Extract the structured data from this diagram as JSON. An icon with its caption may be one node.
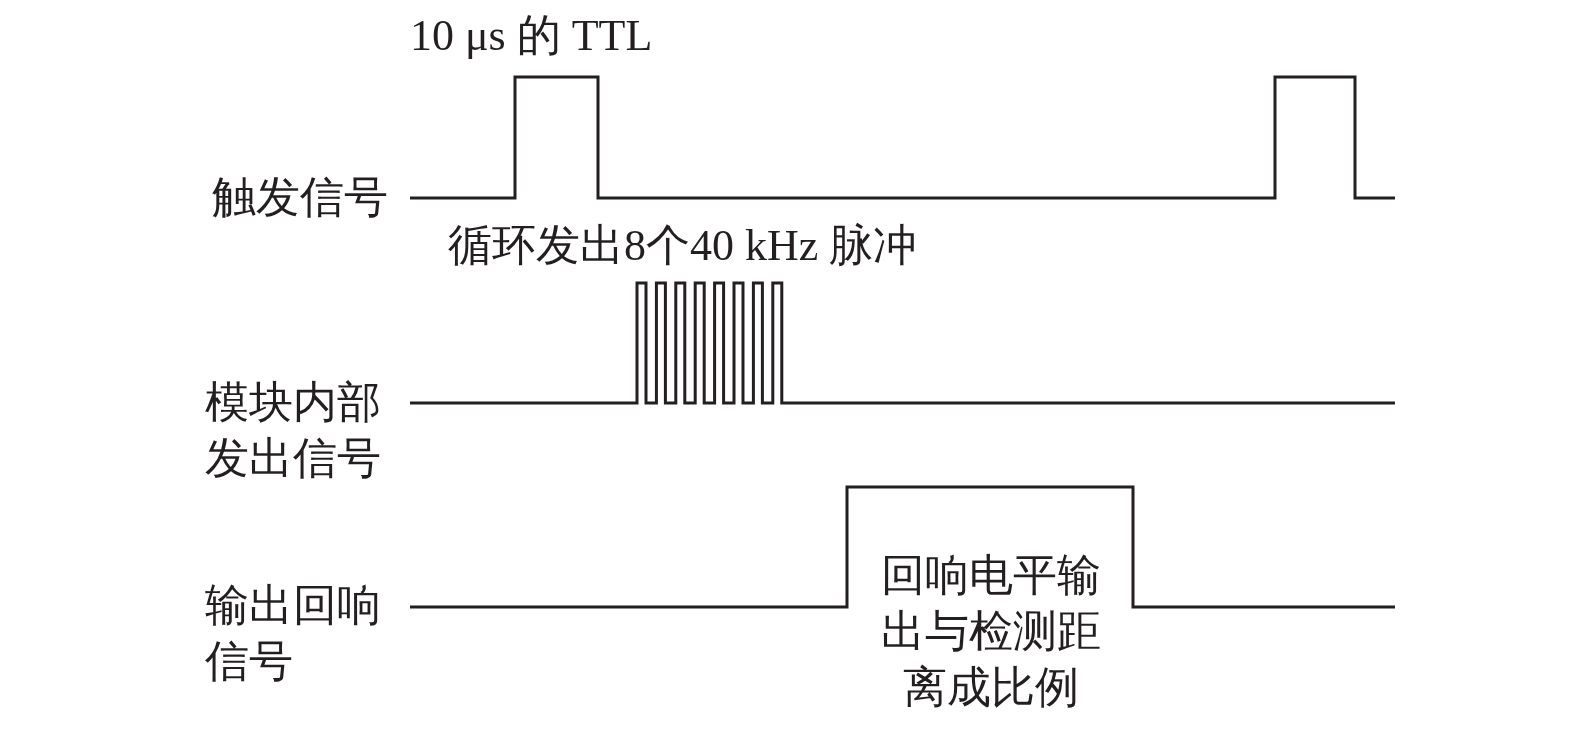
{
  "diagram": {
    "labels": [
      "10 μs 的 TTL",
      "触发信号",
      "循环发出8个40 kHz 脉冲",
      "模块内部发出信号",
      "输出回响信号",
      "回响电平输出与检测距离成比例"
    ]
  }
}
